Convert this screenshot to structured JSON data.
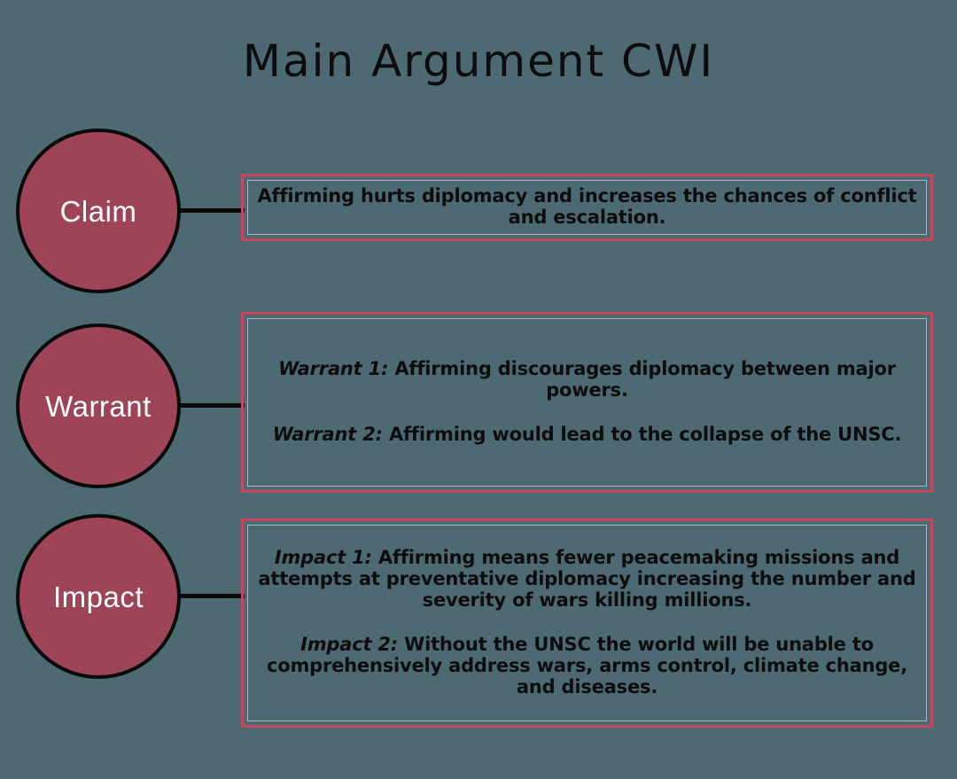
{
  "diagram": {
    "title": "Main Argument CWI",
    "colors": {
      "background": "#4d6a73",
      "circle_fill": "#9e4459",
      "circle_border": "#0a0a0a",
      "circle_text": "#ffffff",
      "box_border": "#c4475f",
      "box_inner_border": "#b5b5b5",
      "body_text": "#0d0d0d",
      "connector": "#0a0a0a"
    },
    "rows": [
      {
        "node": "Claim",
        "entries": [
          {
            "lead": "",
            "text": "Affirming hurts diplomacy and increases the chances of conflict and escalation."
          }
        ]
      },
      {
        "node": "Warrant",
        "entries": [
          {
            "lead": "Warrant 1:",
            "text": " Affirming discourages diplomacy between major powers."
          },
          {
            "lead": "Warrant 2:",
            "text": " Affirming would lead to the collapse of the UNSC."
          }
        ]
      },
      {
        "node": "Impact",
        "entries": [
          {
            "lead": "Impact 1:",
            "text": " Affirming means fewer peacemaking missions and attempts at preventative diplomacy increasing the number and severity of wars killing millions."
          },
          {
            "lead": "Impact 2:",
            "text": " Without the UNSC the world will be unable to comprehensively address wars, arms control, climate change, and diseases."
          }
        ]
      }
    ]
  }
}
